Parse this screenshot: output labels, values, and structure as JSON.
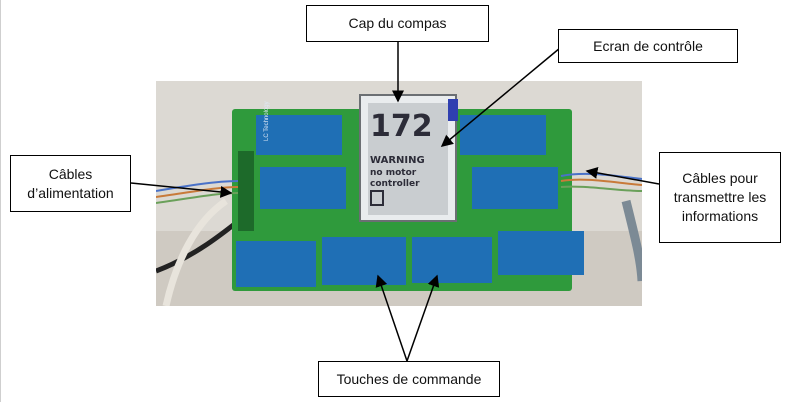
{
  "labels": {
    "cap": "Cap du compas",
    "ecran": "Ecran de contrôle",
    "alimentation_line1": "Câbles",
    "alimentation_line2": "d’alimentation",
    "transmission_line1": "Câbles pour",
    "transmission_line2": "transmettre les",
    "transmission_line3": "informations",
    "touches": "Touches de commande"
  },
  "photo": {
    "lcd_value": "172",
    "lcd_warning": "WARNING",
    "lcd_line2": "no motor",
    "lcd_line3": "controller",
    "module_text": "LC Technology"
  },
  "colors": {
    "pcb_green": "#2f9a3c",
    "module_blue": "#1f6fb5",
    "lcd_bg": "#c9cdd0"
  }
}
